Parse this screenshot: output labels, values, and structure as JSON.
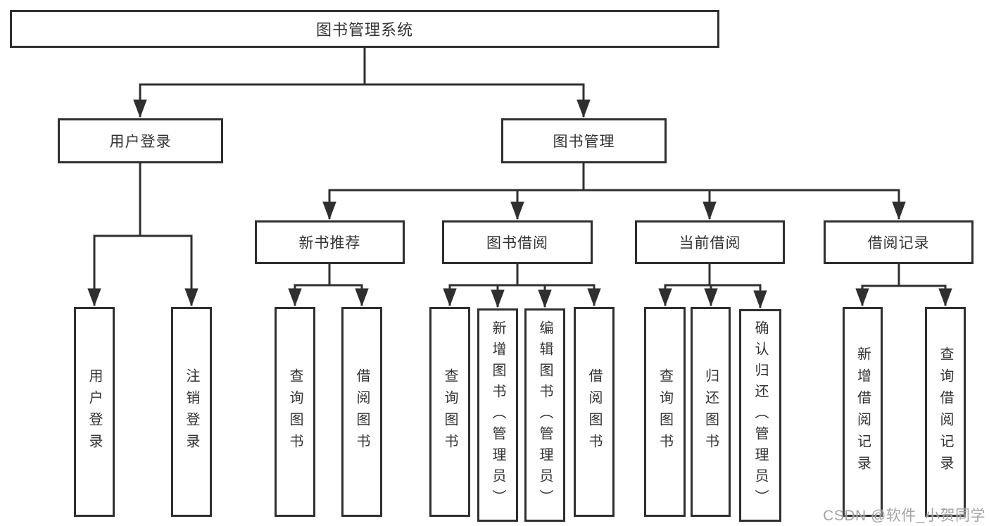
{
  "diagram": {
    "root": "图书管理系统",
    "level2": [
      "用户登录",
      "图书管理"
    ],
    "level3": [
      "新书推荐",
      "图书借阅",
      "当前借阅",
      "借阅记录"
    ],
    "leaves": [
      "用户登录",
      "注销登录",
      "查询图书",
      "借阅图书",
      "查询图书",
      "新增图书（管理员）",
      "编辑图书（管理员）",
      "借阅图书",
      "查询图书",
      "归还图书",
      "确认归还（管理员）",
      "新增借阅记录",
      "查询借阅记录"
    ]
  },
  "watermark": "CSDN @软件_小贺同学",
  "colors": {
    "line": "#2f2f2f",
    "text": "#333333",
    "watermark": "#9e9e9e",
    "background": "#ffffff"
  }
}
